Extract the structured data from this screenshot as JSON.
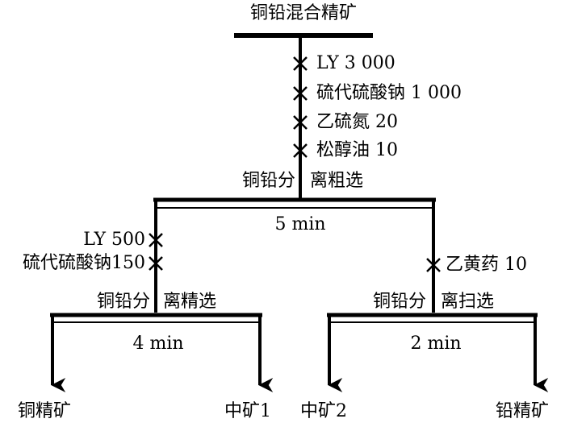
{
  "feed": "铜铅混合精矿",
  "rougher": {
    "reagents": [
      "LY 3 000",
      "硫代硫酸钠 1 000",
      "乙硫氮 20",
      "松醇油 10"
    ],
    "label_left": "铜铅分",
    "label_right": "离粗选",
    "time": "5 min"
  },
  "cleaner": {
    "reagents": [
      "LY 500",
      "硫代硫酸钠150"
    ],
    "label_left": "铜铅分",
    "label_right": "离精选",
    "time": "4 min",
    "concentrate": "铜精矿",
    "middling": "中矿1"
  },
  "scavenger": {
    "reagents": [
      "乙黄药 10"
    ],
    "label_left": "铜铅分",
    "label_right": "离扫选",
    "time": "2 min",
    "middling": "中矿2",
    "concentrate": "铅精矿"
  },
  "colors": {
    "ink": "#000000",
    "background": "#ffffff"
  }
}
